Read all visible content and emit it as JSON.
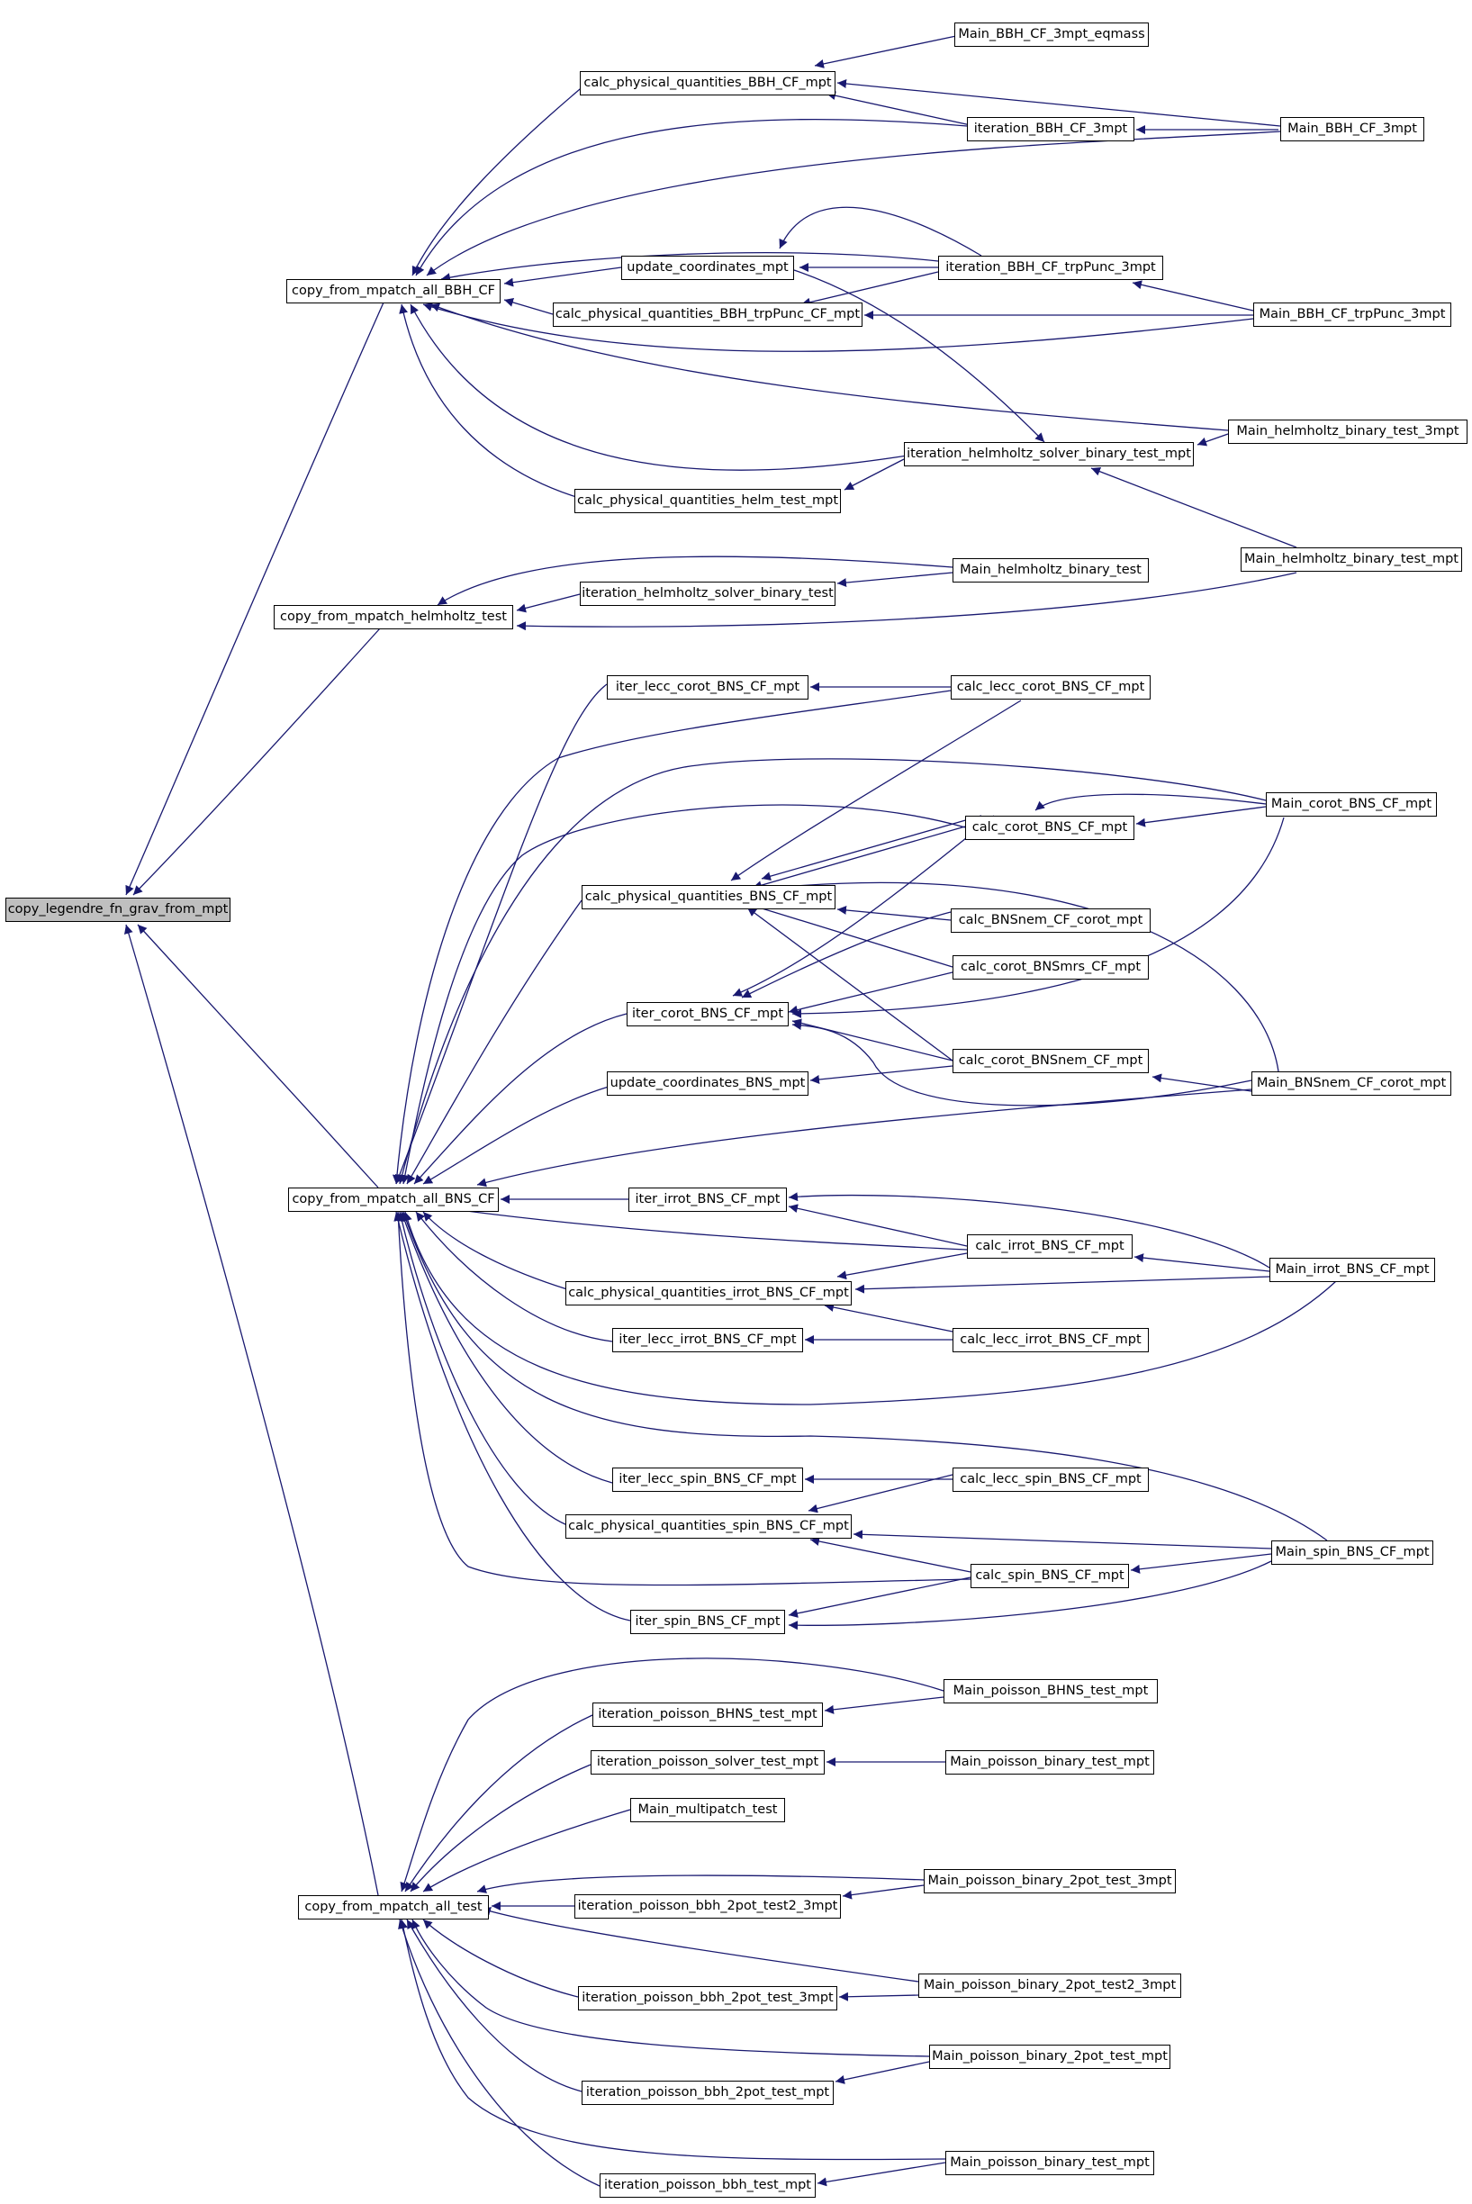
{
  "colors": {
    "edge": "#191970",
    "node_border": "#000000",
    "node_fill": "#ffffff",
    "root_fill": "#bfbfbf"
  },
  "nodes": {
    "root": "copy_legendre_fn_grav_from_mpt",
    "n_bbh_cf": "copy_from_mpatch_all_BBH_CF",
    "n_helm_test": "copy_from_mpatch_helmholtz_test",
    "n_bns_cf": "copy_from_mpatch_all_BNS_CF",
    "n_all_test": "copy_from_mpatch_all_test",
    "calc_pq_bbh_cf": "calc_physical_quantities_BBH_CF_mpt",
    "upd_coord_mpt": "update_coordinates_mpt",
    "calc_pq_bbh_trp": "calc_physical_quantities_BBH_trpPunc_CF_mpt",
    "calc_pq_helm": "calc_physical_quantities_helm_test_mpt",
    "main_bbh_eqmass": "Main_BBH_CF_3mpt_eqmass",
    "iter_bbh_3mpt": "iteration_BBH_CF_3mpt",
    "main_bbh_3mpt": "Main_BBH_CF_3mpt",
    "iter_bbh_trp": "iteration_BBH_CF_trpPunc_3mpt",
    "main_bbh_trp": "Main_BBH_CF_trpPunc_3mpt",
    "main_helm_3mpt": "Main_helmholtz_binary_test_3mpt",
    "iter_helm_mpt": "iteration_helmholtz_solver_binary_test_mpt",
    "main_helm_mpt": "Main_helmholtz_binary_test_mpt",
    "iter_helm": "iteration_helmholtz_solver_binary_test",
    "main_helm": "Main_helmholtz_binary_test",
    "iter_lecc_corot": "iter_lecc_corot_BNS_CF_mpt",
    "calc_lecc_corot": "calc_lecc_corot_BNS_CF_mpt",
    "main_corot": "Main_corot_BNS_CF_mpt",
    "calc_corot": "calc_corot_BNS_CF_mpt",
    "calc_pq_bns": "calc_physical_quantities_BNS_CF_mpt",
    "calc_bnsnem_corot": "calc_BNSnem_CF_corot_mpt",
    "calc_corot_bnsmrs": "calc_corot_BNSmrs_CF_mpt",
    "iter_corot": "iter_corot_BNS_CF_mpt",
    "calc_corot_bnsnem": "calc_corot_BNSnem_CF_mpt",
    "upd_coord_bns": "update_coordinates_BNS_mpt",
    "main_bnsnem": "Main_BNSnem_CF_corot_mpt",
    "iter_irrot": "iter_irrot_BNS_CF_mpt",
    "calc_irrot": "calc_irrot_BNS_CF_mpt",
    "calc_pq_irrot": "calc_physical_quantities_irrot_BNS_CF_mpt",
    "main_irrot": "Main_irrot_BNS_CF_mpt",
    "iter_lecc_irrot": "iter_lecc_irrot_BNS_CF_mpt",
    "calc_lecc_irrot": "calc_lecc_irrot_BNS_CF_mpt",
    "iter_lecc_spin": "iter_lecc_spin_BNS_CF_mpt",
    "calc_lecc_spin": "calc_lecc_spin_BNS_CF_mpt",
    "calc_pq_spin": "calc_physical_quantities_spin_BNS_CF_mpt",
    "main_spin": "Main_spin_BNS_CF_mpt",
    "calc_spin": "calc_spin_BNS_CF_mpt",
    "iter_spin": "iter_spin_BNS_CF_mpt",
    "iter_poi_bhns": "iteration_poisson_BHNS_test_mpt",
    "main_poi_bhns": "Main_poisson_BHNS_test_mpt",
    "iter_poi_solver": "iteration_poisson_solver_test_mpt",
    "main_poi_bin_mpt_a": "Main_poisson_binary_test_mpt",
    "main_mp_test": "Main_multipatch_test",
    "main_poi_2pot_3mpt": "Main_poisson_binary_2pot_test_3mpt",
    "iter_poi_bbh_2pot2_3mpt": "iteration_poisson_bbh_2pot_test2_3mpt",
    "iter_poi_bbh_2pot_3mpt": "iteration_poisson_bbh_2pot_test_3mpt",
    "main_poi_2pot2_3mpt": "Main_poisson_binary_2pot_test2_3mpt",
    "main_poi_2pot_mpt": "Main_poisson_binary_2pot_test_mpt",
    "iter_poi_bbh_2pot_mpt": "iteration_poisson_bbh_2pot_test_mpt",
    "main_poi_bin_mpt_b": "Main_poisson_binary_test_mpt",
    "iter_poi_bbh": "iteration_poisson_bbh_test_mpt"
  }
}
